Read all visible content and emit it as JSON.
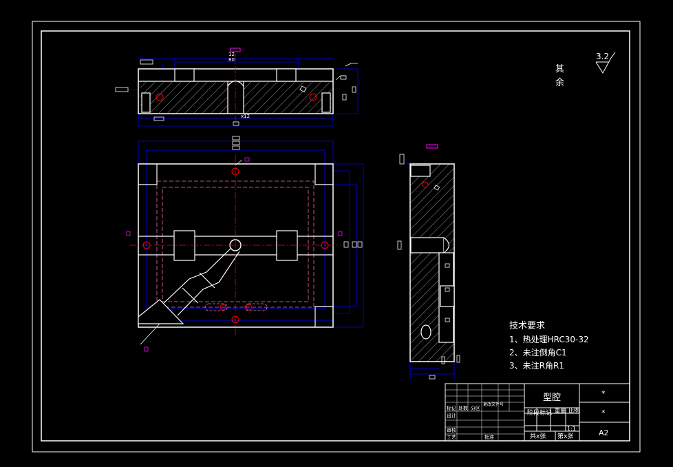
{
  "roughness": {
    "value": "3.2",
    "other_label_1": "其",
    "other_label_2": "余"
  },
  "technical_requirements": {
    "title": "技术要求",
    "items": [
      "1、热处理HRC30-32",
      "2、未注倒角C1",
      "3、未注R角R1"
    ]
  },
  "dimensions": {
    "top_a": "12",
    "top_b": "80",
    "bottom": "x12"
  },
  "title_block": {
    "part_name": "型腔",
    "field_star_1": "*",
    "field_star_2": "*",
    "stage_mark": "阶段标记",
    "weight": "重量",
    "scale_label": "比例",
    "scale_value": "1:1",
    "sheet_total": "共x张",
    "sheet_no": "第x张",
    "sheet_size": "A2",
    "row_labels": [
      "标记",
      "处数",
      "分区",
      "更改文件号",
      "设计",
      "审核",
      "工艺",
      "批准"
    ]
  },
  "colors": {
    "outline": "#ffffff",
    "dimension": "#0000ff",
    "centerline": "#ff0000",
    "hidden": "#ff69b4",
    "hatch": "#ffffff",
    "annotation": "#ff00ff"
  }
}
